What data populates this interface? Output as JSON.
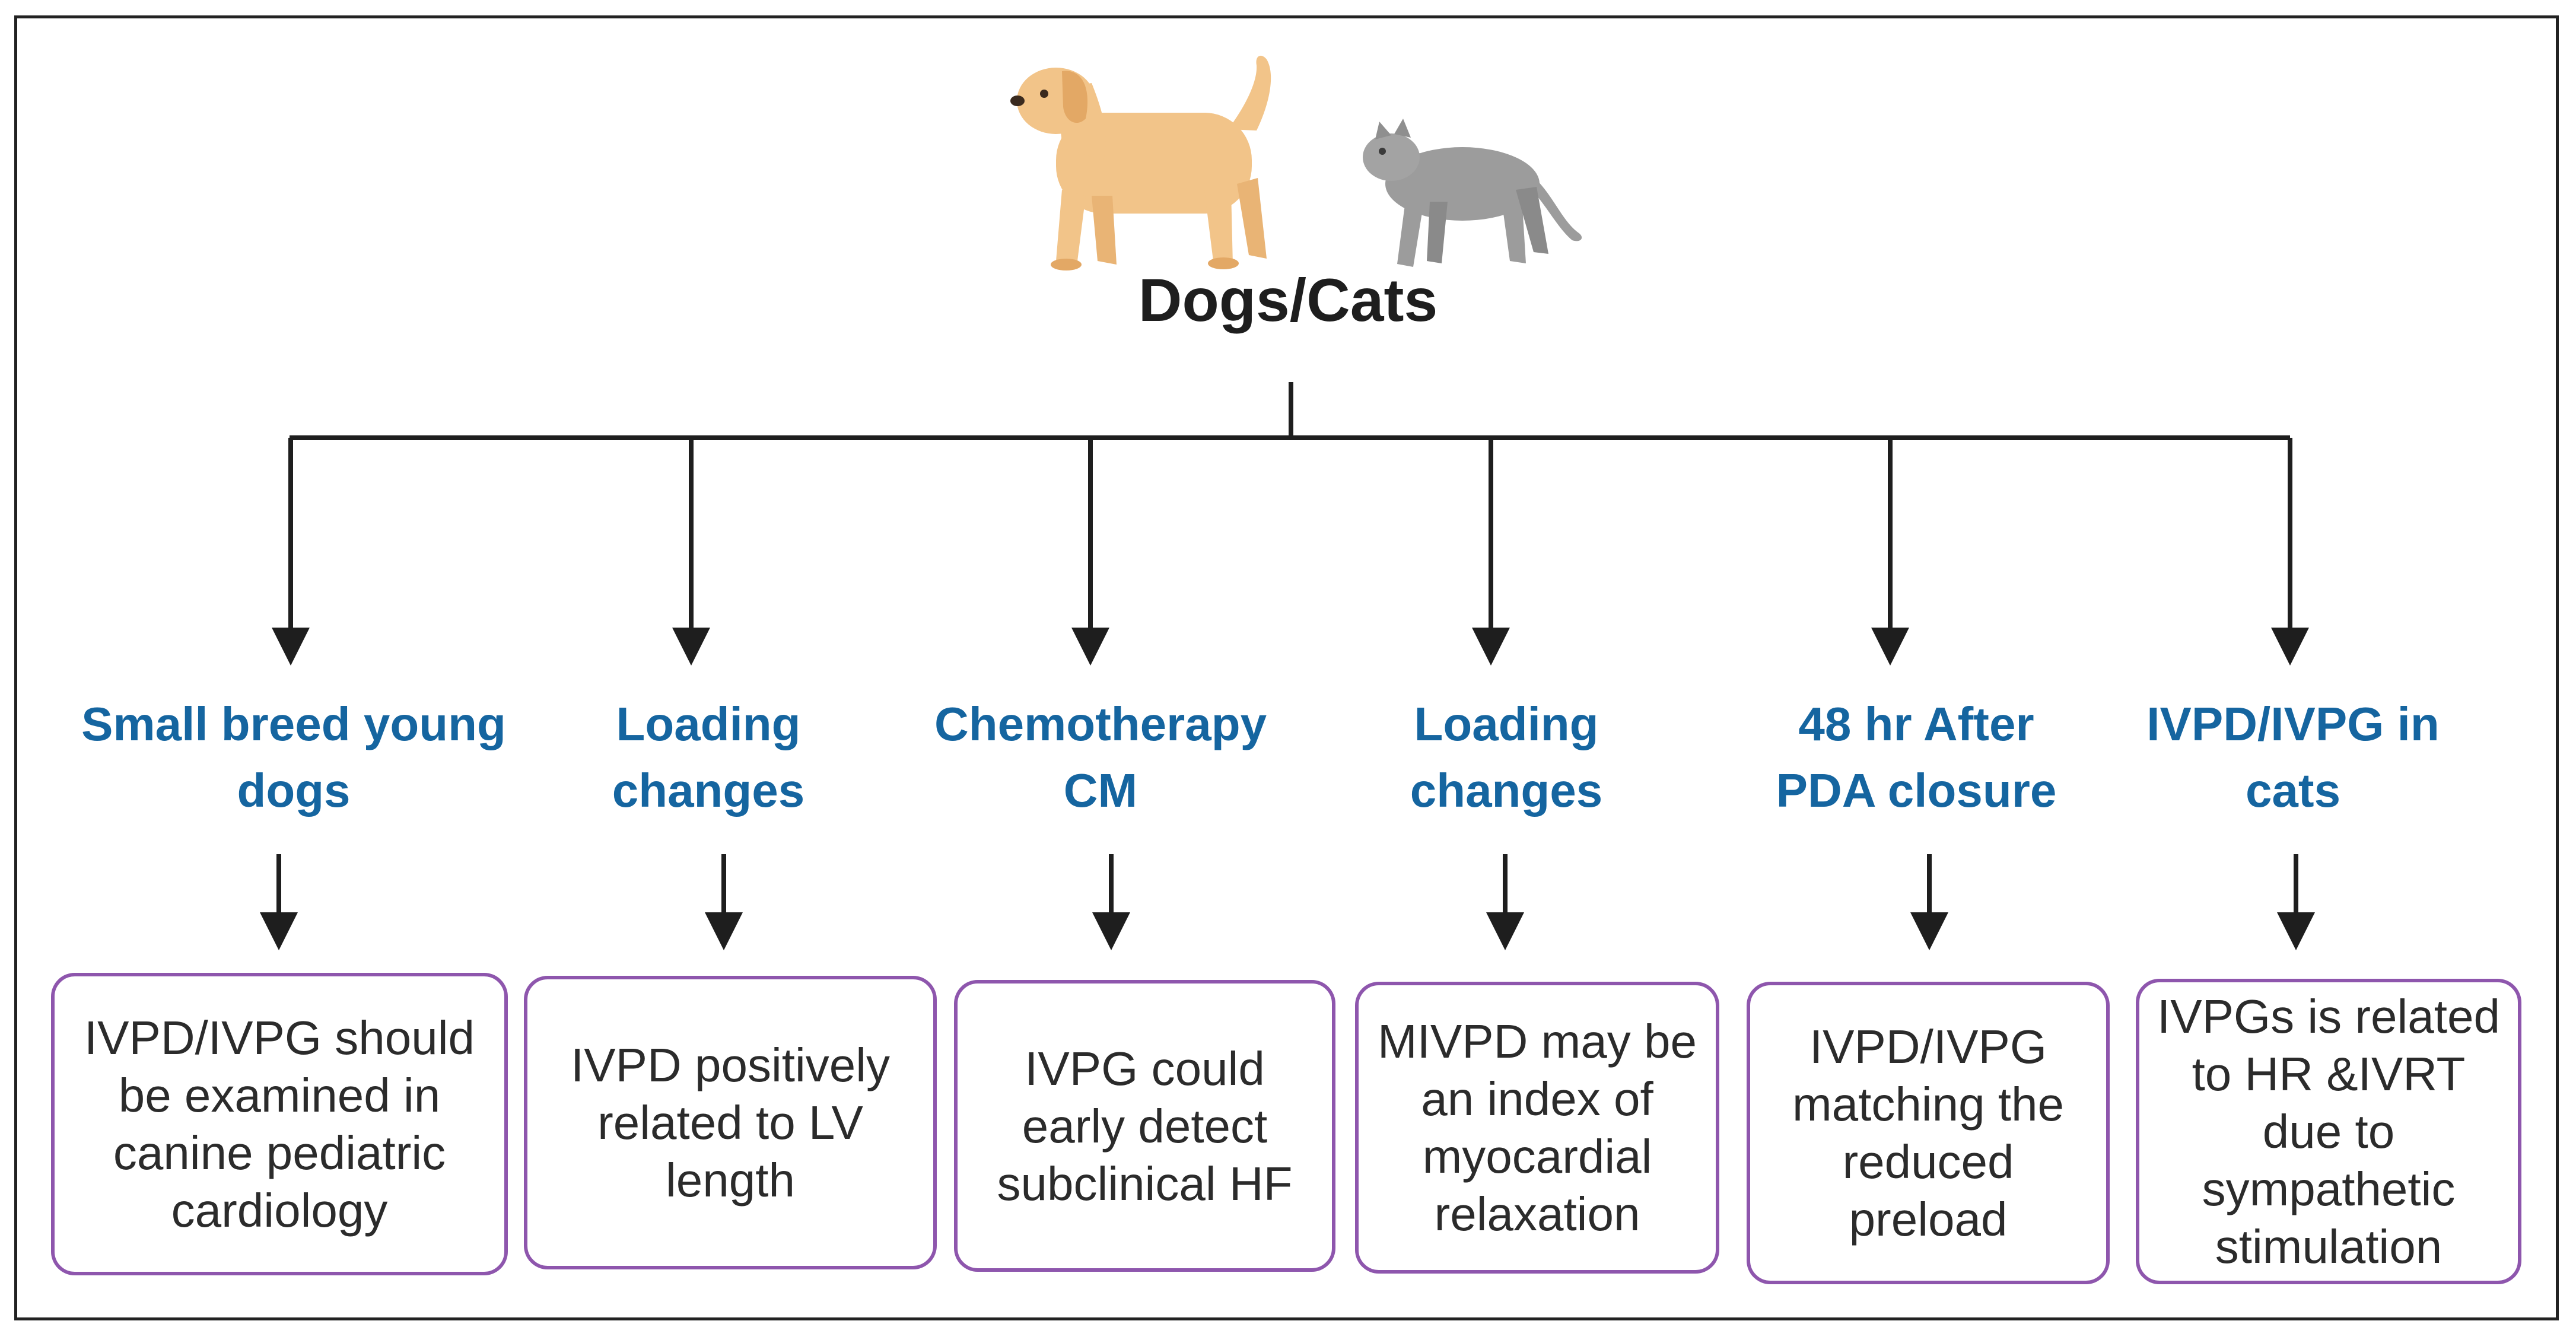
{
  "title": "Dogs/Cats",
  "icons": [
    "dog-icon",
    "cat-icon"
  ],
  "colors": {
    "category_text": "#1565a0",
    "box_border": "#8e56ad",
    "connector": "#1e1e1e",
    "dog_fur": "#f2c489",
    "cat_fur": "#9c9c9c"
  },
  "branches": [
    {
      "category": "Small breed young dogs",
      "finding": "IVPD/IVPG should be examined in canine pediatric cardiology"
    },
    {
      "category": "Loading changes",
      "finding": "IVPD positively related to LV length"
    },
    {
      "category": "Chemotherapy CM",
      "finding": "IVPG could early detect subclinical HF"
    },
    {
      "category": "Loading changes",
      "finding": "MIVPD may be an index of myocardial relaxation"
    },
    {
      "category": "48 hr After PDA closure",
      "finding": "IVPD/IVPG matching the reduced preload"
    },
    {
      "category": "IVPD/IVPG in cats",
      "finding": "IVPGs is related to HR &IVRT due to sympathetic stimulation"
    }
  ]
}
